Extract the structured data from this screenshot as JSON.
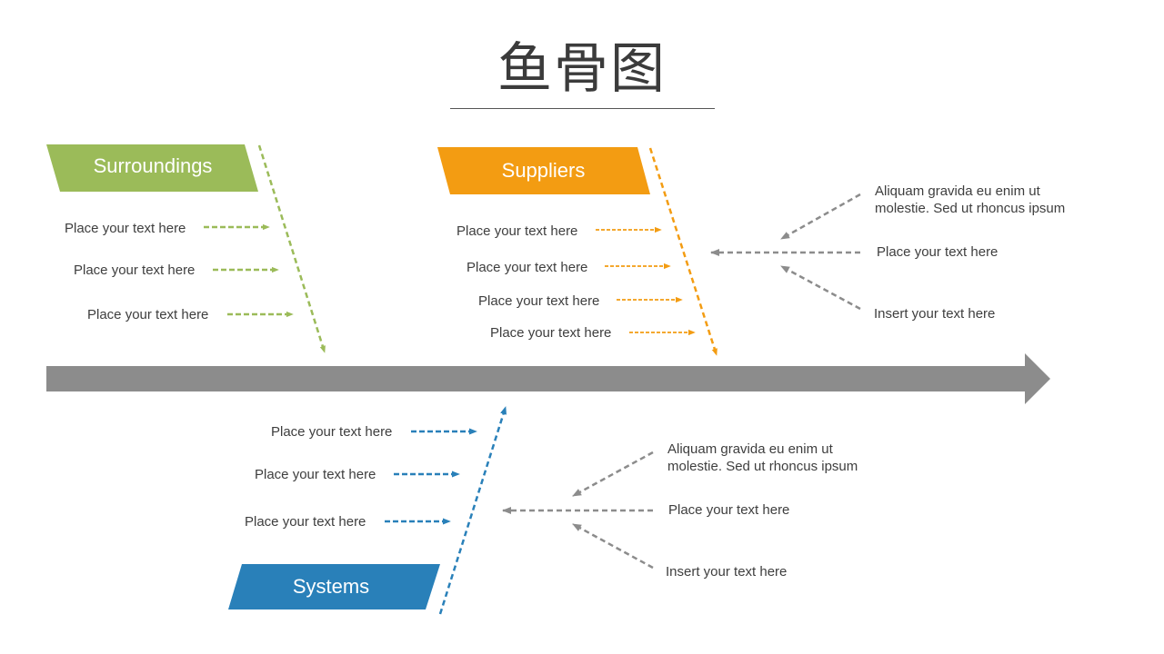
{
  "title": "鱼骨图",
  "colors": {
    "green": "#9bbb59",
    "orange": "#f39c12",
    "blue": "#2980b9",
    "gray": "#8c8c8c"
  },
  "surroundings": {
    "label": "Surroundings",
    "items": [
      "Place your text here",
      "Place your text here",
      "Place your text here"
    ]
  },
  "suppliers": {
    "label": "Suppliers",
    "items": [
      "Place your text here",
      "Place your text here",
      "Place your text here",
      "Place your text here"
    ]
  },
  "systems": {
    "label": "Systems",
    "items": [
      "Place your text here",
      "Place your text here",
      "Place your text here"
    ]
  },
  "upper_notes": {
    "top": "Aliquam gravida eu enim ut molestie. Sed ut rhoncus ipsum",
    "middle": "Place your text here",
    "bottom": "Insert your text here"
  },
  "lower_notes": {
    "top": "Aliquam gravida eu enim ut molestie. Sed ut rhoncus ipsum",
    "middle": "Place your text here",
    "bottom": "Insert your text here"
  }
}
